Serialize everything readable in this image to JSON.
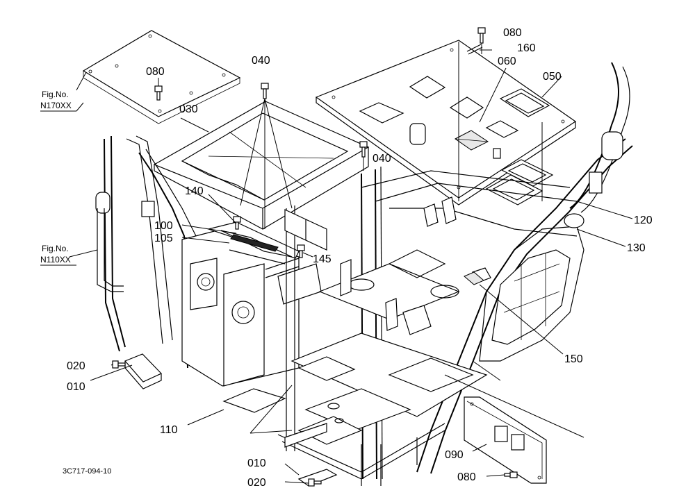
{
  "drawing_code": "3C717-094-10",
  "references": [
    {
      "prefix": "Fig.No.",
      "number": "N170XX"
    },
    {
      "prefix": "Fig.No.",
      "number": "N110XX"
    }
  ],
  "callouts": {
    "c010_left": "010",
    "c010_bottom": "010",
    "c020_left": "020",
    "c020_bottom": "020",
    "c030": "030",
    "c040_top": "040",
    "c040_mid": "040",
    "c050": "050",
    "c060": "060",
    "c080_top_left": "080",
    "c080_top_right": "080",
    "c080_bottom": "080",
    "c090": "090",
    "c100": "100",
    "c105": "105",
    "c110": "110",
    "c120": "120",
    "c130": "130",
    "c140": "140",
    "c145": "145",
    "c150": "150",
    "c160": "160"
  }
}
